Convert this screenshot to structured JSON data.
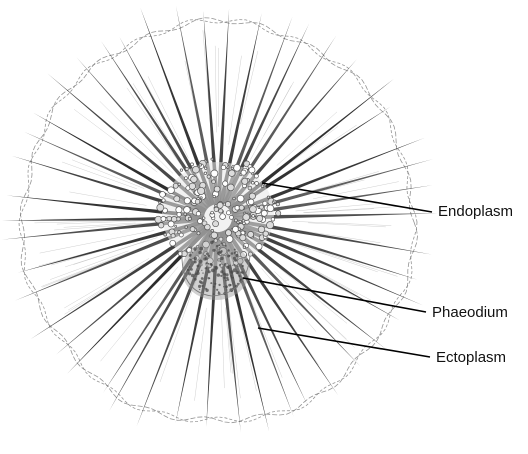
{
  "labels": {
    "endoplasm": "Endoplasm",
    "phaeodium": "Phaeodium",
    "ectoplasm": "Ectoplasm"
  },
  "colors": {
    "background": "#ffffff",
    "spine": "#2a2a2a",
    "cell_dots": "#555555",
    "leader_line": "#000000",
    "label_text": "#111111"
  }
}
